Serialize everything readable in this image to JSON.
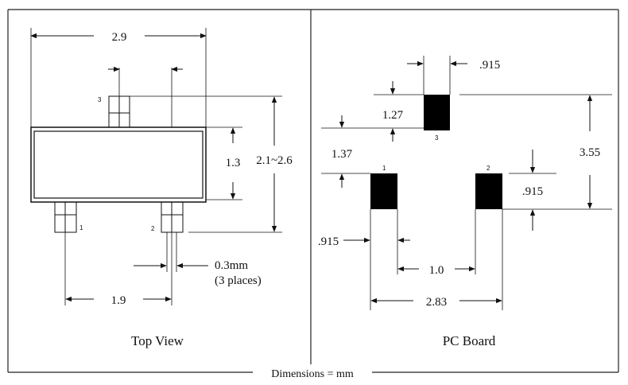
{
  "top_view": {
    "caption": "Top View",
    "width_label": "2.9",
    "body_height_label": "1.3",
    "overall_height_label": "2.1~2.6",
    "lead_width_label": "0.3mm",
    "lead_width_note": "(3 places)",
    "lead_pitch_label": "1.9",
    "pins": [
      "1",
      "2",
      "3"
    ]
  },
  "pc_board": {
    "caption": "PC Board",
    "pad_width_top_label": ".915",
    "pad3_height_label": "1.27",
    "pad_offset_label": "1.37",
    "row_distance_label": "3.55",
    "pad2_height_label": ".915",
    "pad1_width_label": ".915",
    "pad_gap_label": "1.0",
    "outer_span_label": "2.83",
    "pins": [
      "1",
      "2",
      "3"
    ]
  },
  "footer_label": "Dimensions = mm",
  "colors": {
    "line": "#111111",
    "pad": "#000000",
    "background": "#ffffff"
  }
}
